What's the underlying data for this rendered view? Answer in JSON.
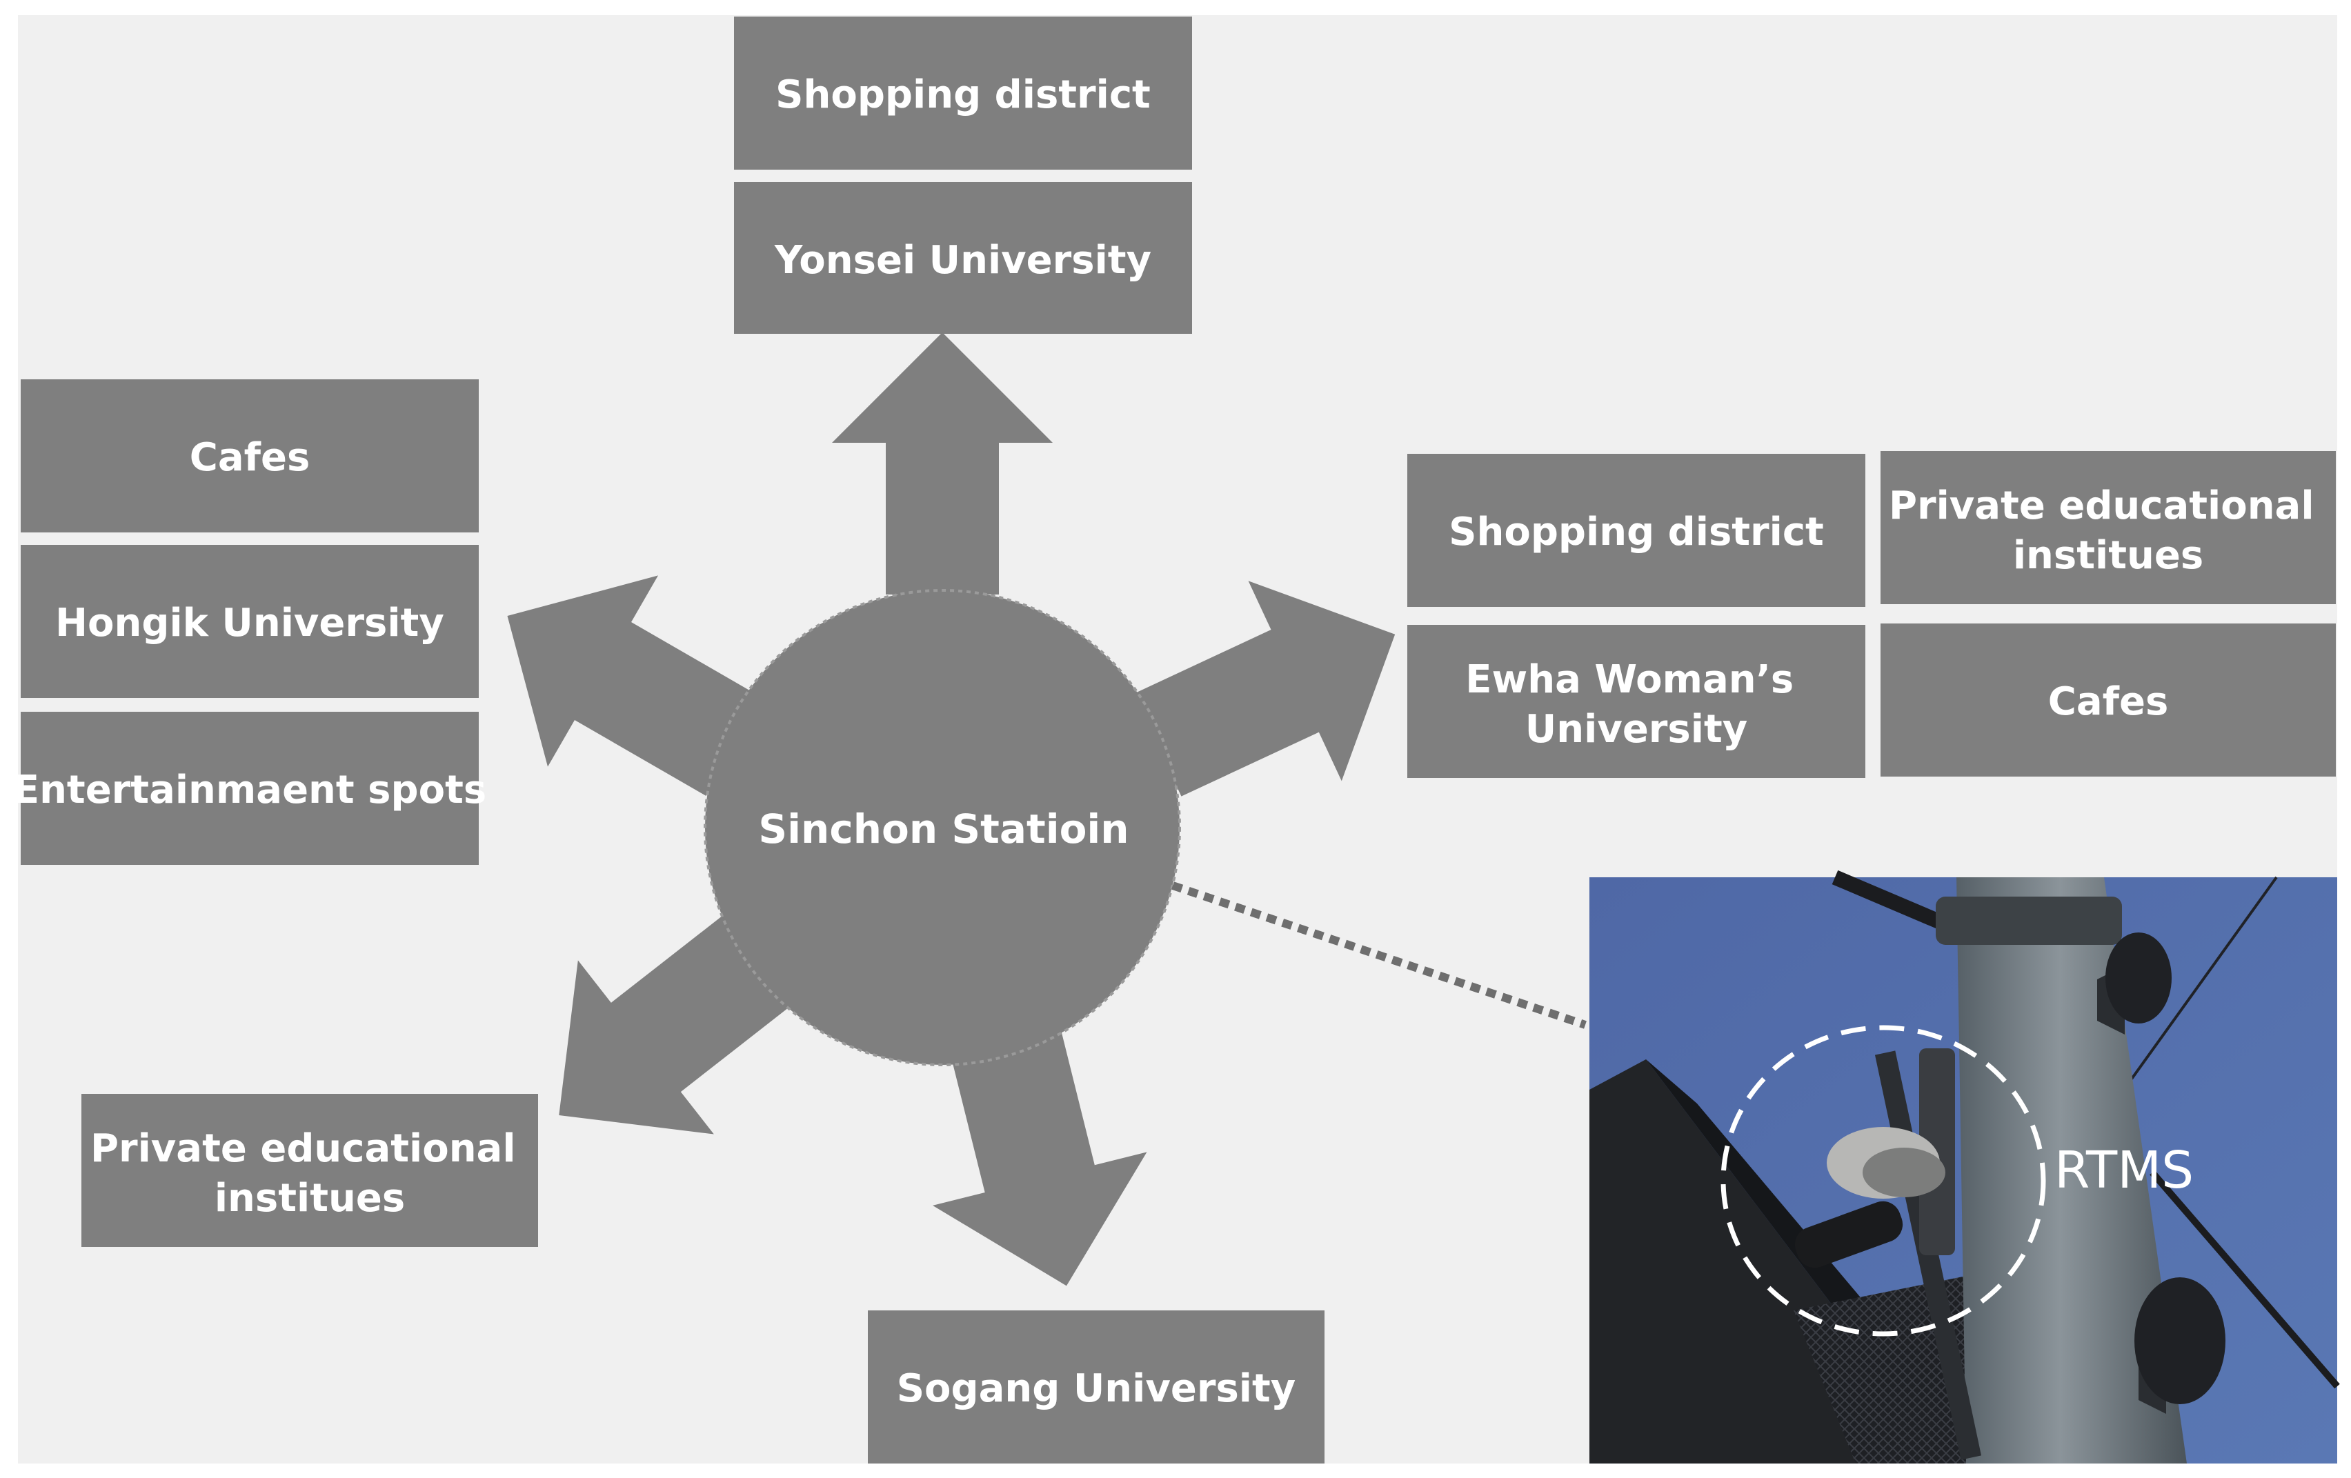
{
  "center": {
    "label": "Sinchon Statioin"
  },
  "north": {
    "boxes": [
      "Shopping district",
      "Yonsei University"
    ]
  },
  "west": {
    "boxes": [
      "Cafes",
      "Hongik University",
      "Entertainmaent spots"
    ]
  },
  "east": {
    "left_boxes": [
      "Shopping district",
      [
        "Ewha Woman’s",
        "University"
      ]
    ],
    "right_boxes": [
      [
        "Private educational",
        "institues"
      ],
      "Cafes"
    ]
  },
  "southwest": {
    "box": [
      "Private educational",
      "institues"
    ]
  },
  "south": {
    "box": "Sogang University"
  },
  "photo": {
    "label": "RTMS"
  },
  "colors": {
    "box": "#7f7f7f",
    "panel": "#f0f0f0",
    "sky": "#4f68a3",
    "pole": "#707a80"
  }
}
